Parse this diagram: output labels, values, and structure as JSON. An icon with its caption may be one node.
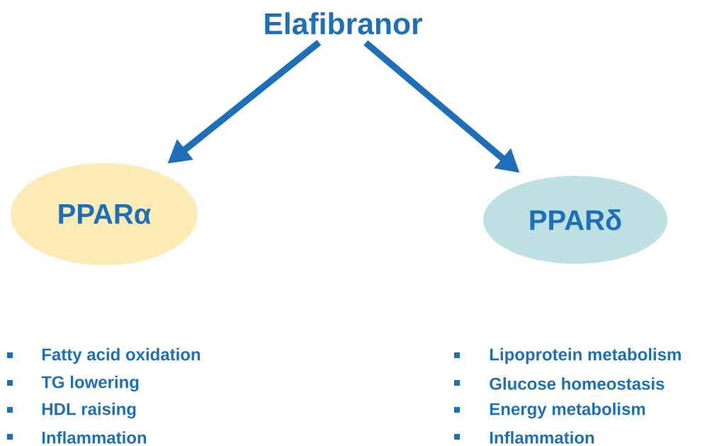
{
  "diagram": {
    "nodes": [
      {
        "text": [
          "Elafibranor"
        ]
      },
      {
        "text": [
          "PPARα"
        ]
      },
      {
        "text": [
          "PPARδ"
        ]
      }
    ],
    "edges": [
      {
        "from": 0,
        "to": 1,
        "arrow": "to"
      },
      {
        "from": 0,
        "to": 2,
        "arrow": "to"
      }
    ],
    "labels": [
      "Fatty acid oxidation",
      "TG lowering",
      "HDL raising",
      "Inflammation",
      "Lipoprotein metabolism",
      "Glucose homeostasis",
      "Energy metabolism",
      "Inflammation"
    ]
  }
}
